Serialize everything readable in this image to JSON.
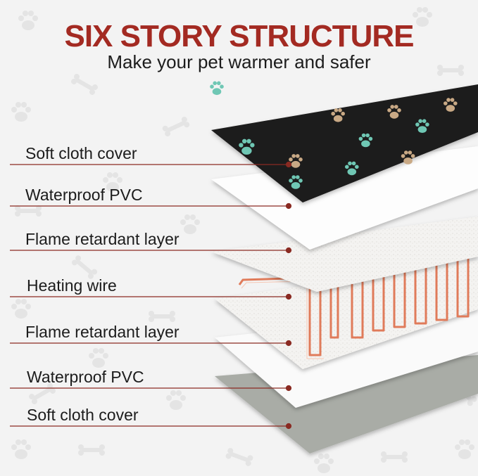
{
  "header": {
    "title": "SIX STORY STRUCTURE",
    "subtitle": "Make your pet warmer and safer"
  },
  "layers": [
    {
      "label": "Soft cloth cover",
      "icon": "paw-print-fabric"
    },
    {
      "label": "Waterproof PVC",
      "icon": "white-sheet"
    },
    {
      "label": "Flame retardant layer",
      "icon": "felt-sheet"
    },
    {
      "label": "Heating wire",
      "icon": "heating-coil"
    },
    {
      "label": "Flame retardant layer",
      "icon": "felt-sheet"
    },
    {
      "label": "Waterproof PVC",
      "icon": "white-sheet"
    },
    {
      "label": "Soft cloth cover",
      "icon": "grey-fabric"
    }
  ],
  "colors": {
    "title": "#a32a22",
    "leader_line": "#8a2a22",
    "background": "#f3f3f3",
    "wire": "#e07b5a",
    "top_cover": "#1f1d1c",
    "bottom_cover": "#a9aca6"
  }
}
